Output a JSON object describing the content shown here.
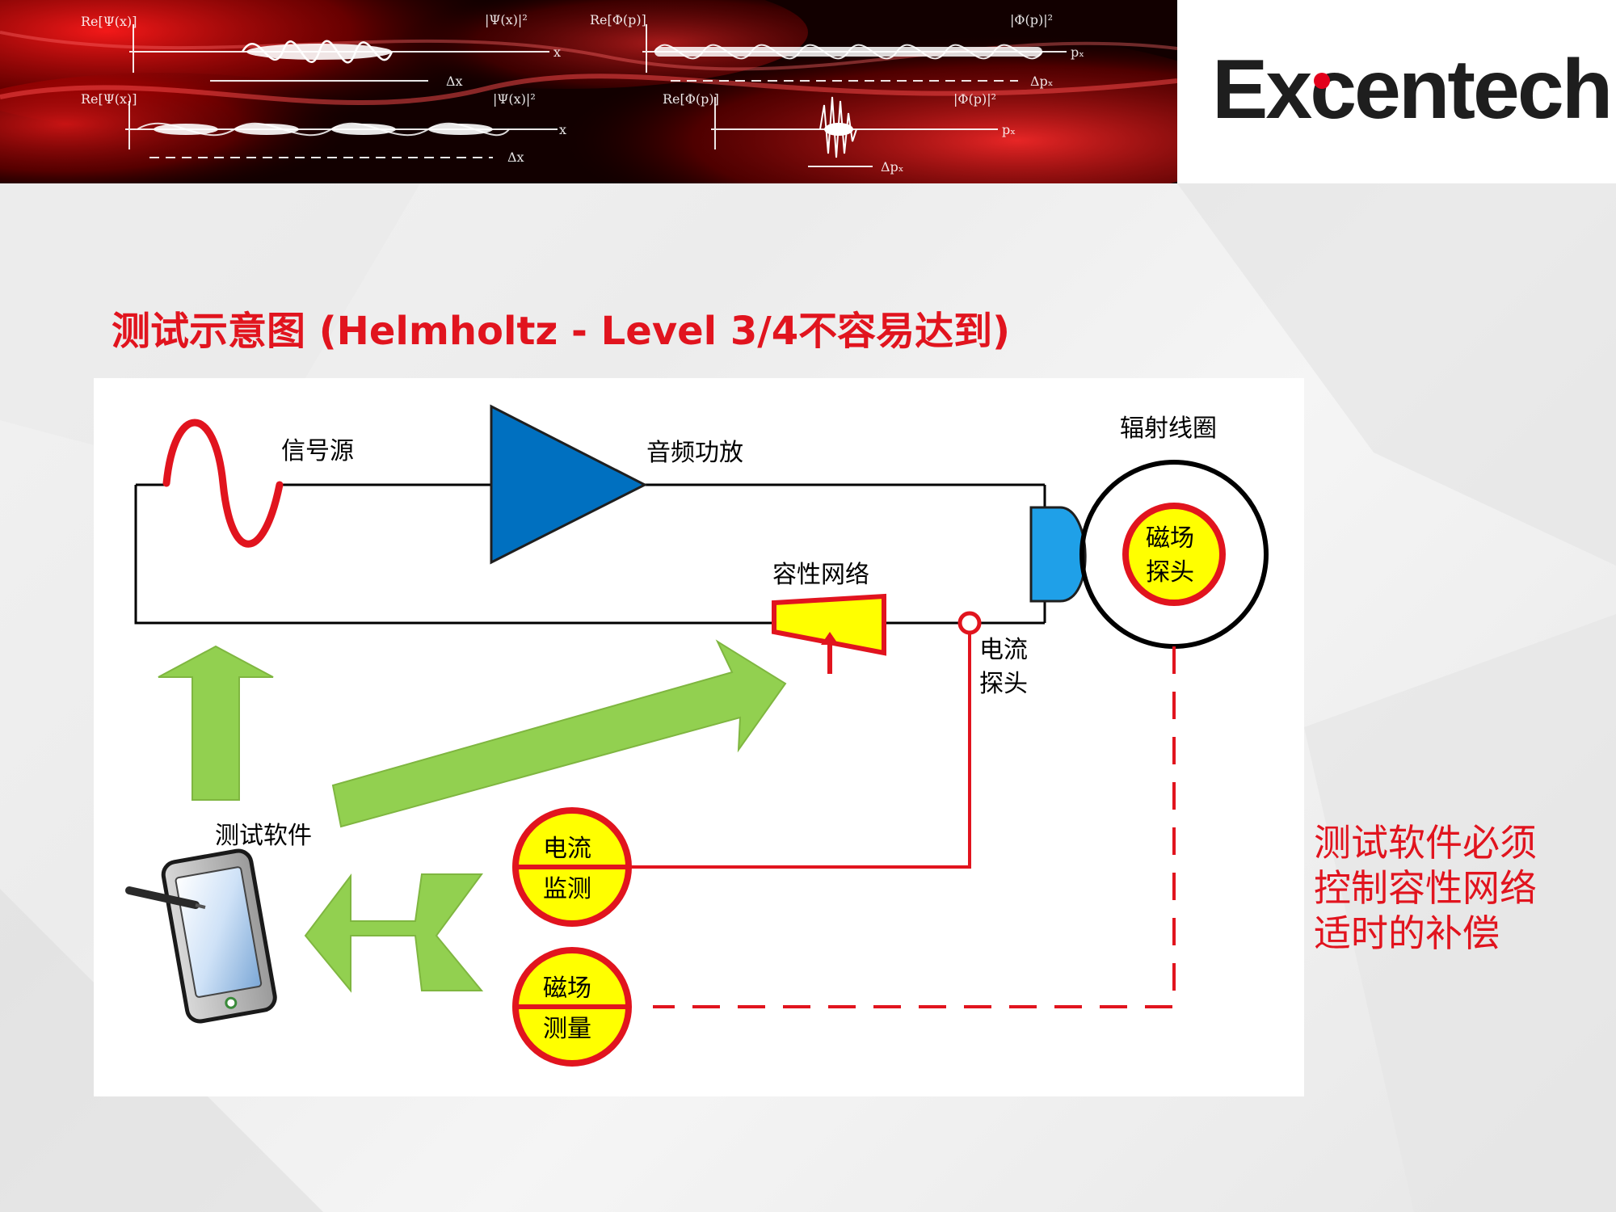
{
  "brand": {
    "logo_text": "Excentech",
    "accent": "#e3001b"
  },
  "banner": {
    "labels": [
      "Re[Ψ(x)]",
      "|Ψ(x)|²",
      "Re[Φ(p)]",
      "|Φ(p)|²",
      "Δx",
      "Δpₓ",
      "x",
      "pₓ"
    ]
  },
  "title": "测试示意图 (Helmholtz - Level 3/4不容易达到)",
  "diagram": {
    "signal_source": "信号源",
    "audio_amp": "音频功放",
    "radiation_coil": "辐射线圈",
    "field_probe_1": "磁场",
    "field_probe_2": "探头",
    "capacitive_network": "容性网络",
    "current_probe_1": "电流",
    "current_probe_2": "探头",
    "test_software": "测试软件",
    "current_monitor_1": "电流",
    "current_monitor_2": "监测",
    "field_measure_1": "磁场",
    "field_measure_2": "测量"
  },
  "note": {
    "line1": "测试软件必须",
    "line2": "控制容性网络",
    "line3": "适时的补偿"
  },
  "colors": {
    "title_red": "#e1141e",
    "amp_blue": "#0070c0",
    "arrow_green": "#92d050",
    "probe_yellow": "#ffff00",
    "wire_red": "#e1141e"
  }
}
